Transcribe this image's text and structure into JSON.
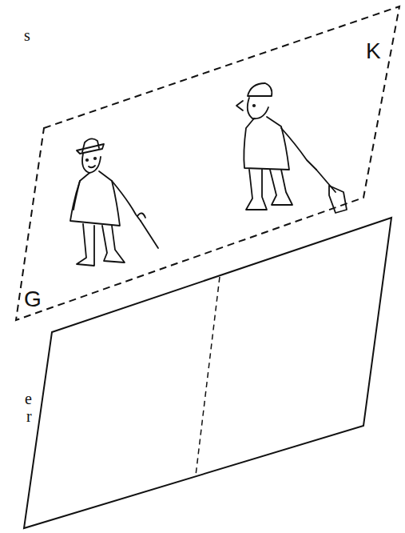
{
  "diagram": {
    "nodes": [
      {
        "text": [
          "K",
          "G"
        ]
      }
    ],
    "labels": [
      "s",
      "e",
      "r"
    ]
  }
}
